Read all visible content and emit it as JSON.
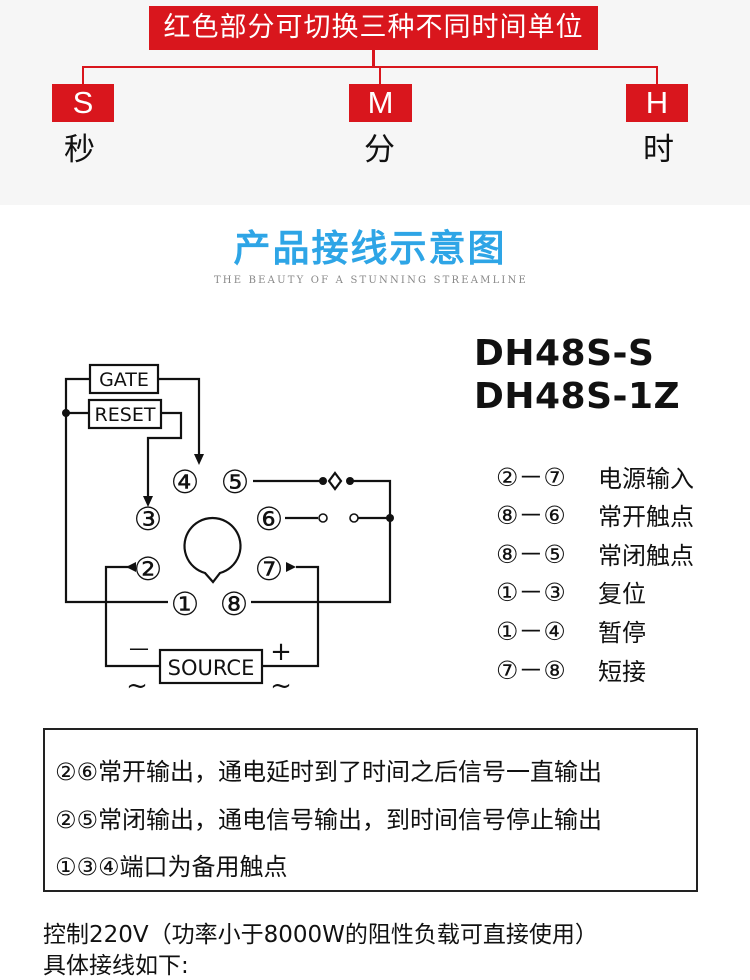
{
  "banner": {
    "text": "红色部分可切换三种不同时间单位"
  },
  "units": [
    {
      "code": "S",
      "label": "秒"
    },
    {
      "code": "M",
      "label": "分"
    },
    {
      "code": "H",
      "label": "时"
    }
  ],
  "section": {
    "title": "产品接线示意图",
    "subtitle": "THE BEAUTY OF A STUNNING STREAMLINE"
  },
  "models": [
    "DH48S-S",
    "DH48S-1Z"
  ],
  "diagram": {
    "gate_label": "GATE",
    "reset_label": "RESET",
    "source_label": "SOURCE",
    "minus": "—",
    "plus": "+",
    "tilde": "~",
    "pins": [
      "①",
      "②",
      "③",
      "④",
      "⑤",
      "⑥",
      "⑦",
      "⑧"
    ]
  },
  "legend": [
    {
      "pins": "②－⑦",
      "text": "电源输入"
    },
    {
      "pins": "⑧－⑥",
      "text": "常开触点"
    },
    {
      "pins": "⑧－⑤",
      "text": "常闭触点"
    },
    {
      "pins": "①－③",
      "text": "复位"
    },
    {
      "pins": "①－④",
      "text": "暂停"
    },
    {
      "pins": "⑦－⑧",
      "text": "短接"
    }
  ],
  "notes": [
    "②⑥常开输出，通电延时到了时间之后信号一直输出",
    "②⑤常闭输出，通电信号输出，到时间信号停止输出",
    "①③④端口为备用触点"
  ],
  "footer": [
    "控制220V（功率小于8000W的阻性负载可直接使用）",
    "具体接线如下:"
  ]
}
